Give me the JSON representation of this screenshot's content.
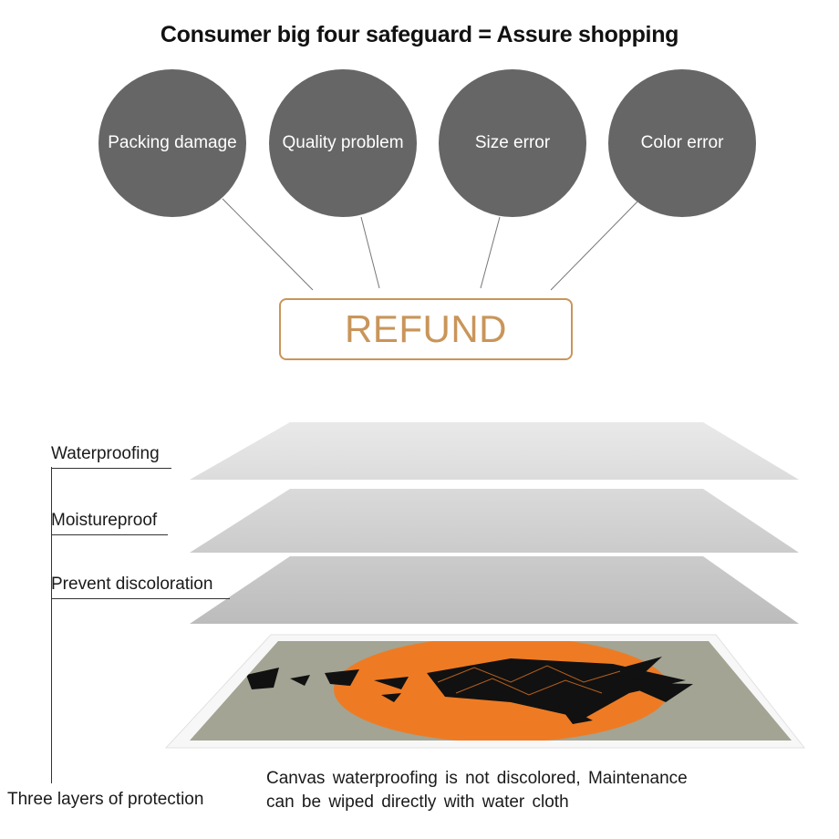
{
  "title": "Consumer big four safeguard = Assure shopping",
  "circles": [
    {
      "label": "Packing  damage"
    },
    {
      "label": "Quality  problem"
    },
    {
      "label": "Size  error"
    },
    {
      "label": "Color  error"
    }
  ],
  "refund": {
    "label": "REFUND"
  },
  "layers": {
    "labels": [
      "Waterproofing",
      "Moistureproof",
      "Prevent  discoloration"
    ],
    "group_label": "Three layers of protection"
  },
  "caption": {
    "line1": "Canvas  waterproofing  is  not  discolored,  Maintenance",
    "line2": "can  be  wiped  directly  with  water  cloth"
  },
  "colors": {
    "circle": "#666666",
    "refund_accent": "#c9955a",
    "canvas_background": "#a3a493",
    "canvas_sun": "#ee7b23"
  },
  "icons": {
    "canvas_artwork": "origami-fox-silhouette"
  }
}
